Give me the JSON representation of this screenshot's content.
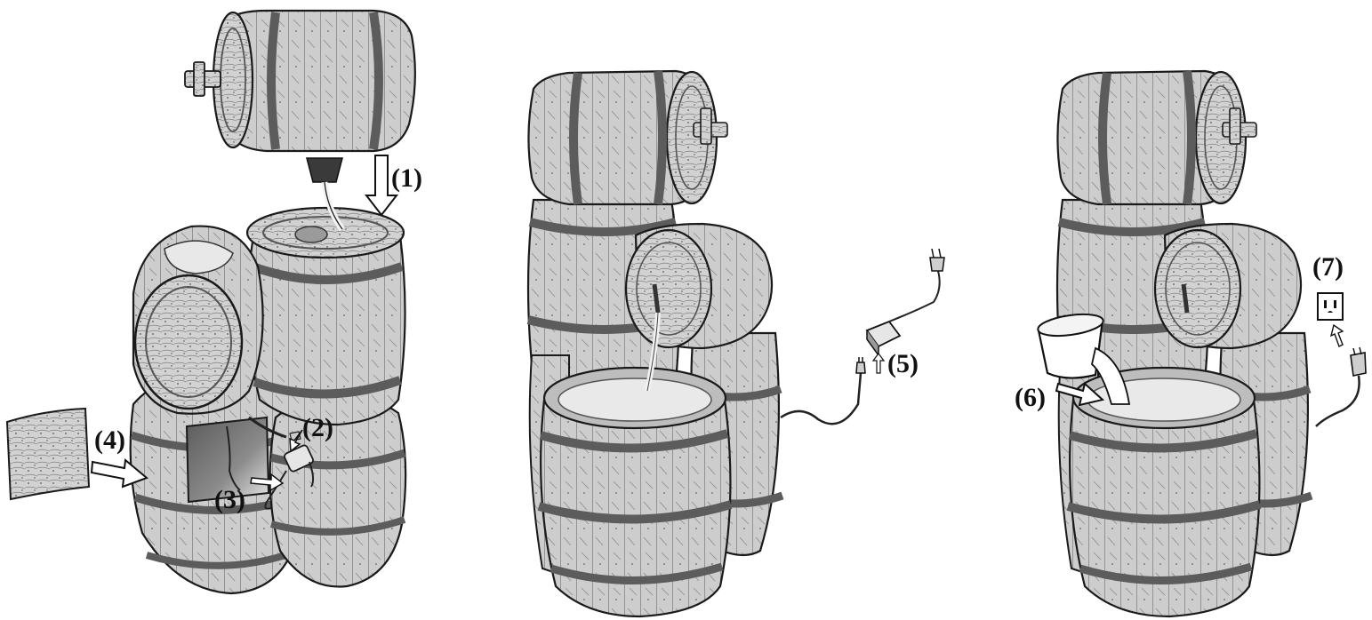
{
  "steps": [
    {
      "label": "(1)"
    },
    {
      "label": "(2)"
    },
    {
      "label": "(3)"
    },
    {
      "label": "(4)"
    },
    {
      "label": "(5)"
    },
    {
      "label": "(6)"
    },
    {
      "label": "(7)"
    }
  ],
  "colors": {
    "ink": "#1a1a1a",
    "wood_fill": "#cfcfcf",
    "wood_dark": "#9a9a9a",
    "band": "#6e6e6e",
    "background": "#ffffff"
  },
  "icons": [
    "pump-icon",
    "power-adapter-icon",
    "plug-icon",
    "wall-outlet-icon",
    "water-jug-icon",
    "arrow-icon"
  ]
}
